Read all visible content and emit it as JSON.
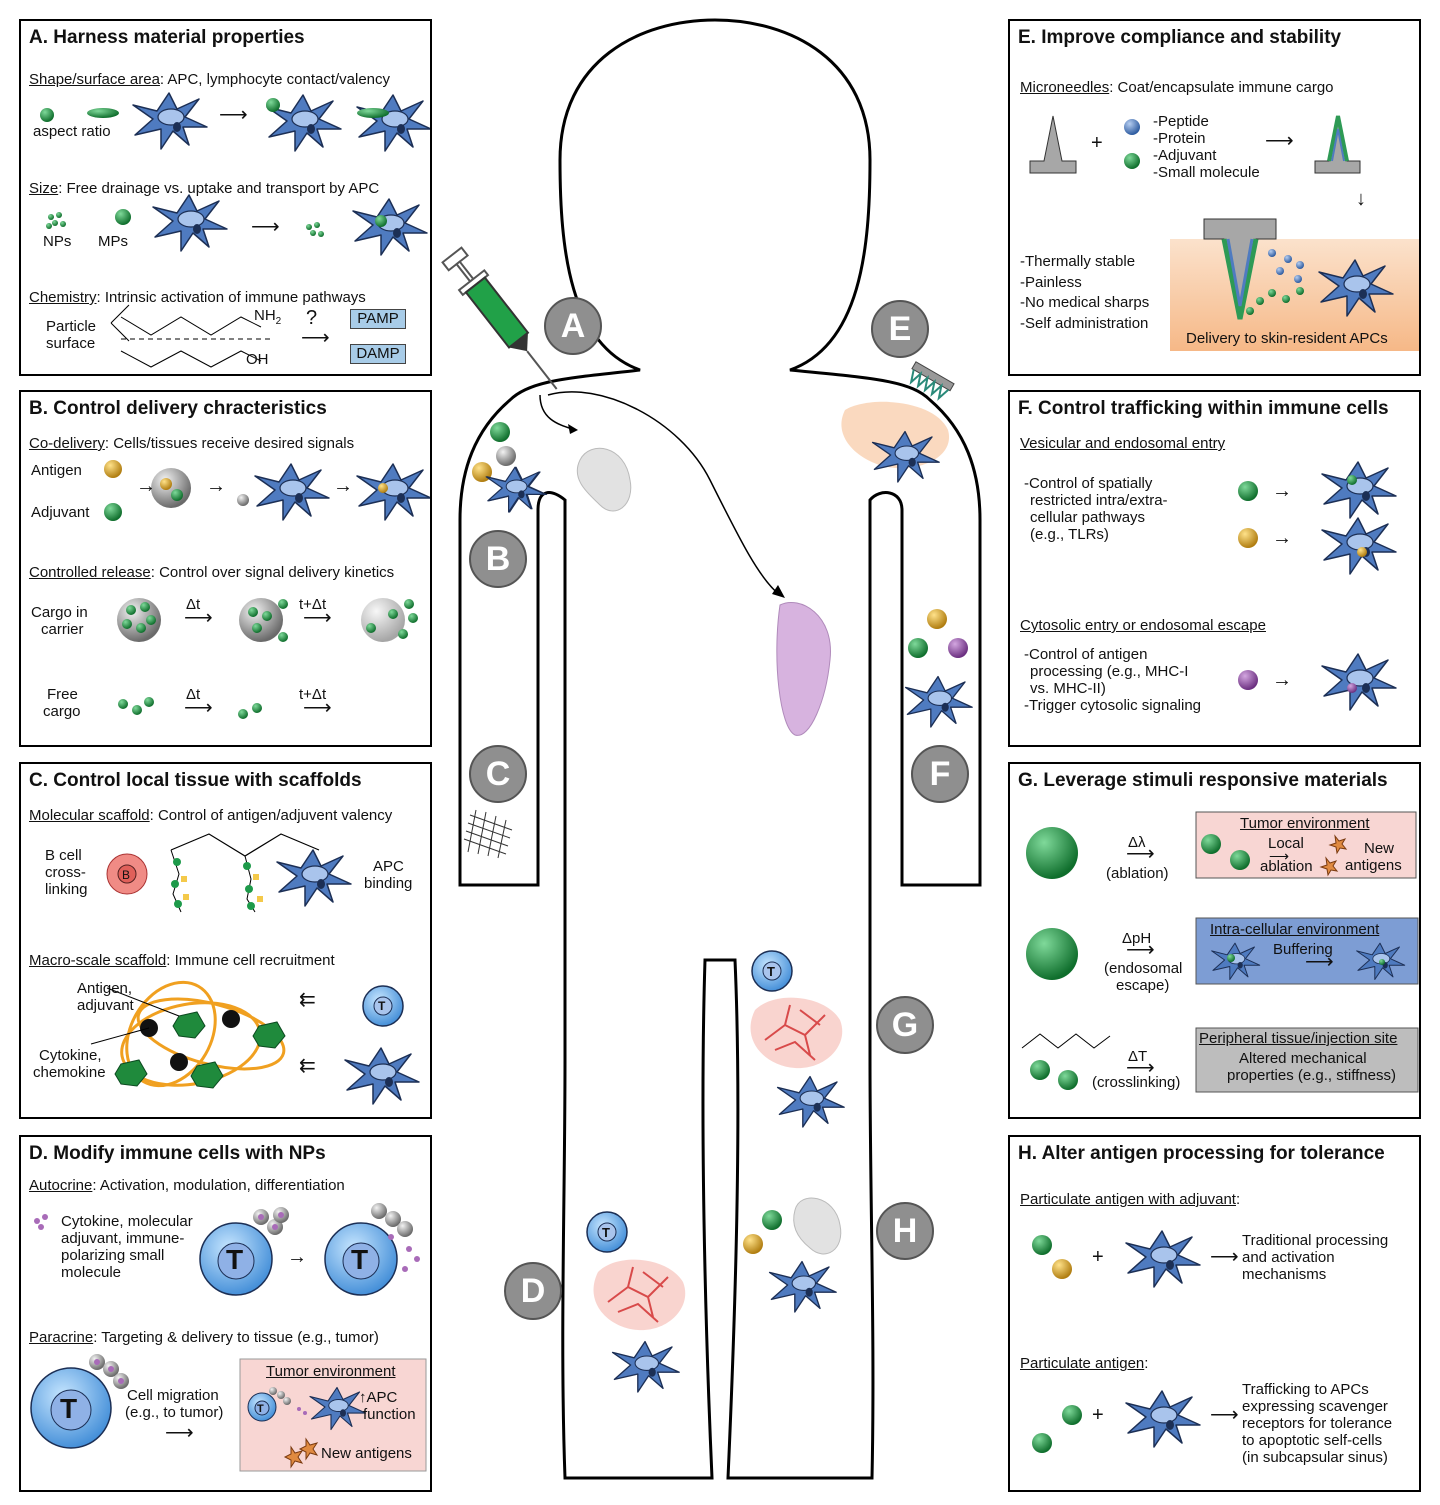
{
  "panels": {
    "A": {
      "title": "A. Harness material properties",
      "shape_u": "Shape/surface area",
      "shape_t": ": APC, lymphocyte contact/valency",
      "aspect": "aspect ratio",
      "size_u": "Size",
      "size_t": ": Free drainage vs. uptake and transport by APC",
      "nps": "NPs",
      "mps": "MPs",
      "chem_u": "Chemistry",
      "chem_t": ": Intrinsic activation of immune pathways",
      "particle": "Particle",
      "surface": "surface",
      "nh2": "NH",
      "nh2_sub": "2",
      "oh": "OH",
      "q": "?",
      "pamp": "PAMP",
      "damp": "DAMP"
    },
    "B": {
      "title": "B. Control delivery chracteristics",
      "codel_u": "Co-delivery",
      "codel_t": ": Cells/tissues receive desired signals",
      "antigen": "Antigen",
      "adjuvant": "Adjuvant",
      "cr_u": "Controlled release",
      "cr_t": ": Control over signal delivery kinetics",
      "cargo1": "Cargo in",
      "cargo2": "carrier",
      "dt": "Δt",
      "tdt": "t+Δt",
      "free1": "Free",
      "free2": "cargo"
    },
    "C": {
      "title": "C. Control local tissue with scaffolds",
      "mol_u": "Molecular scaffold",
      "mol_t": ": Control of antigen/adjuvent valency",
      "bcell1": "B cell",
      "bcell2": "cross-",
      "bcell3": "linking",
      "b": "B",
      "apc1": "APC",
      "apc2": "binding",
      "mac_u": "Macro-scale scaffold",
      "mac_t": ": Immune cell recruitment",
      "ant1": "Antigen,",
      "ant2": "adjuvant",
      "cyt1": "Cytokine,",
      "cyt2": "chemokine",
      "t": "T"
    },
    "D": {
      "title": "D. Modify immune cells with NPs",
      "auto_u": "Autocrine",
      "auto_t": ": Activation, modulation, differentiation",
      "cyt1": "Cytokine, molecular",
      "cyt2": "adjuvant, immune-",
      "cyt3": "polarizing small",
      "cyt4": "molecule",
      "para_u": "Paracrine",
      "para_t": ": Targeting & delivery to tissue (e.g., tumor)",
      "mig1": "Cell migration",
      "mig2": "(e.g., to tumor)",
      "tumor": "Tumor environment",
      "apc1": "APC",
      "apc2": "function",
      "newag": "New antigens",
      "t": "T"
    },
    "E": {
      "title": "E. Improve compliance and stability",
      "mn_u": "Microneedles",
      "mn_t": ": Coat/encapsulate immune cargo",
      "l1": "-Peptide",
      "l2": "-Protein",
      "l3": "-Adjuvant",
      "l4": "-Small molecule",
      "b1": "-Thermally stable",
      "b2": "-Painless",
      "b3": "-No medical sharps",
      "b4": "-Self administration",
      "delivery": "Delivery to skin-resident APCs"
    },
    "F": {
      "title": "F. Control trafficking within immune cells",
      "ves_u": "Vesicular and endosomal entry",
      "v1": "-Control of spatially",
      "v2": "restricted intra/extra-",
      "v3": "cellular pathways",
      "v4": "(e.g., TLRs)",
      "cyto_u": "Cytosolic entry or endosomal escape",
      "c1": "-Control of antigen",
      "c2": "processing (e.g., MHC-I",
      "c3": "vs. MHC-II)",
      "c4": "-Trigger cytosolic signaling"
    },
    "G": {
      "title": "G. Leverage stimuli responsive materials",
      "dl": "Δλ",
      "ablation": "(ablation)",
      "tumor": "Tumor environment",
      "local1": "Local",
      "local2": "ablation",
      "new1": "New",
      "new2": "antigens",
      "dph": "ΔpH",
      "endo1": "(endosomal",
      "endo2": "escape)",
      "intra": "Intra-cellular environment",
      "buffer": "Buffering",
      "dT": "ΔT",
      "cross": "(crosslinking)",
      "periph": "Peripheral tissue/injection site",
      "alt1": "Altered mechanical",
      "alt2": "properties (e.g., stiffness)"
    },
    "H": {
      "title": "H. Alter antigen processing for tolerance",
      "pa_u": "Particulate antigen with adjuvant",
      "pa_colon": ":",
      "tr1": "Traditional processing",
      "tr2": "and activation",
      "tr3": "mechanisms",
      "p_u": "Particulate antigen",
      "p_colon": ":",
      "tf1": "Trafficking to APCs",
      "tf2": "expressing scavenger",
      "tf3": "receptors for tolerance",
      "tf4": "to apoptotic self-cells",
      "tf5": "(in subcapsular sinus)"
    }
  },
  "body": {
    "labels": [
      "A",
      "B",
      "C",
      "D",
      "E",
      "F",
      "G",
      "H"
    ],
    "t": "T"
  },
  "colors": {
    "cell": "#4f7bc0",
    "cell_dark": "#1c2f55",
    "green": "#178a3a",
    "gold": "#d4a020",
    "purple": "#8a4f9e",
    "tumor_bg": "#f8d6d3",
    "intra_bg": "#7d9dd4",
    "periph_bg": "#bdbdbd",
    "pamp_bg": "#a8cce8",
    "skin": "#f9d2b4",
    "scaffold": "#f0a020"
  }
}
